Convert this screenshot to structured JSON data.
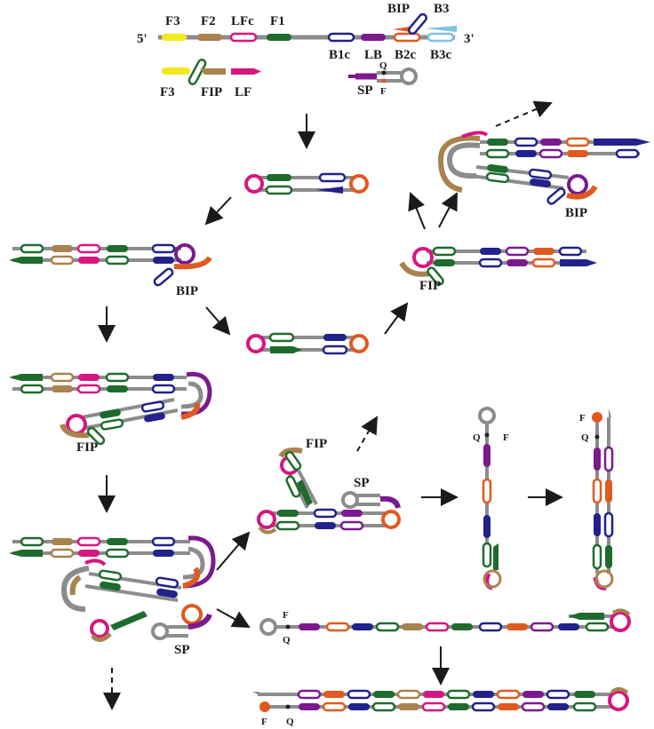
{
  "top_strand": {
    "five_prime": "5'",
    "three_prime": "3'",
    "regions": [
      "F3",
      "F2",
      "LFc",
      "F1",
      "B1c",
      "LB",
      "B2c",
      "B3c"
    ]
  },
  "primers": {
    "bip": "BIP",
    "b3": "B3",
    "f3": "F3",
    "fip": "FIP",
    "lf": "LF",
    "sp": "SP",
    "q": "Q",
    "f": "F"
  },
  "stage_labels": {
    "bip_a": "BIP",
    "bip_b": "BIP",
    "fip_a": "FIP",
    "fip_b": "FIP",
    "fip_c": "FIP",
    "sp_a": "SP",
    "sp_b": "SP",
    "q_a": "Q",
    "f_a": "F",
    "q_b": "Q",
    "f_b": "F",
    "q_c": "Q",
    "f_c": "F",
    "q_d": "Q",
    "f_d": "F"
  },
  "colors": {
    "F3": "#f2ea1e",
    "F2": "#a9824e",
    "LF": "#d6177f",
    "F1": "#1f6b2e",
    "B1": "#21228a",
    "LB": "#7b1a8e",
    "B2": "#e05a1f",
    "B3": "#7ec3de",
    "backbone": "#8c8c8c",
    "fluor": "#e05a1f",
    "quencher": "#222222"
  }
}
